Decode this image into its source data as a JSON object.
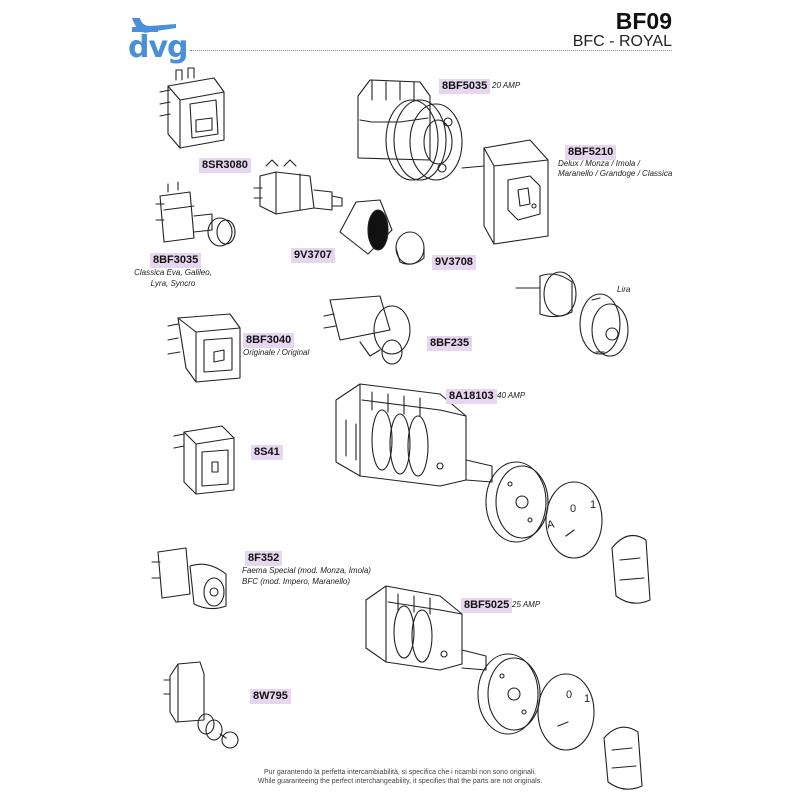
{
  "header": {
    "brand": "dvg",
    "code": "BF09",
    "subtitle": "BFC - ROYAL"
  },
  "parts": [
    {
      "code": "8BF5035",
      "note": "20 AMP"
    },
    {
      "code": "8BF5210",
      "note": "Delux / Monza / Imola / Maranello / Grandoge / Classica"
    },
    {
      "code": "8SR3080",
      "note": ""
    },
    {
      "code": "8BF3035",
      "note": "Classica Eva, Galileo, Lyra, Syncro"
    },
    {
      "code": "9V3707",
      "note": ""
    },
    {
      "code": "9V3708",
      "note": ""
    },
    {
      "code": "Lira",
      "note": ""
    },
    {
      "code": "8BF3040",
      "note": "Originale / Original"
    },
    {
      "code": "8BF235",
      "note": ""
    },
    {
      "code": "8A18103",
      "note": "40 AMP"
    },
    {
      "code": "8S41",
      "note": ""
    },
    {
      "code": "8F352",
      "note": "Faema Special (mod. Monza, Imola) BFC (mod. Impero, Maranello)"
    },
    {
      "code": "8BF5025",
      "note": "25 AMP"
    },
    {
      "code": "8W795",
      "note": ""
    }
  ],
  "notes": {
    "n_8bf5210_l1": "Delux / Monza / Imola /",
    "n_8bf5210_l2": "Maranello / Grandoge / Classica",
    "n_8bf3035_l1": "Classica Eva, Galileo,",
    "n_8bf3035_l2": "Lyra, Syncro",
    "n_8f352_l1": "Faema Special (mod. Monza, Imola)",
    "n_8f352_l2": "BFC (mod. Impero, Maranello)"
  },
  "dial_marks": {
    "top": [
      "A",
      "0",
      "1"
    ],
    "bottom": [
      "0",
      "1"
    ]
  },
  "footer": {
    "line1": "Pur garantendo la perfetta intercambiabilità, si specifica che i ricambi non sono originali.",
    "line2": "While guaranteeing the perfect interchangeability, it specifies that the parts are not originals."
  },
  "colors": {
    "brand": "#4a90d9",
    "label_bg": "#e6d6ef",
    "line": "#222222"
  }
}
